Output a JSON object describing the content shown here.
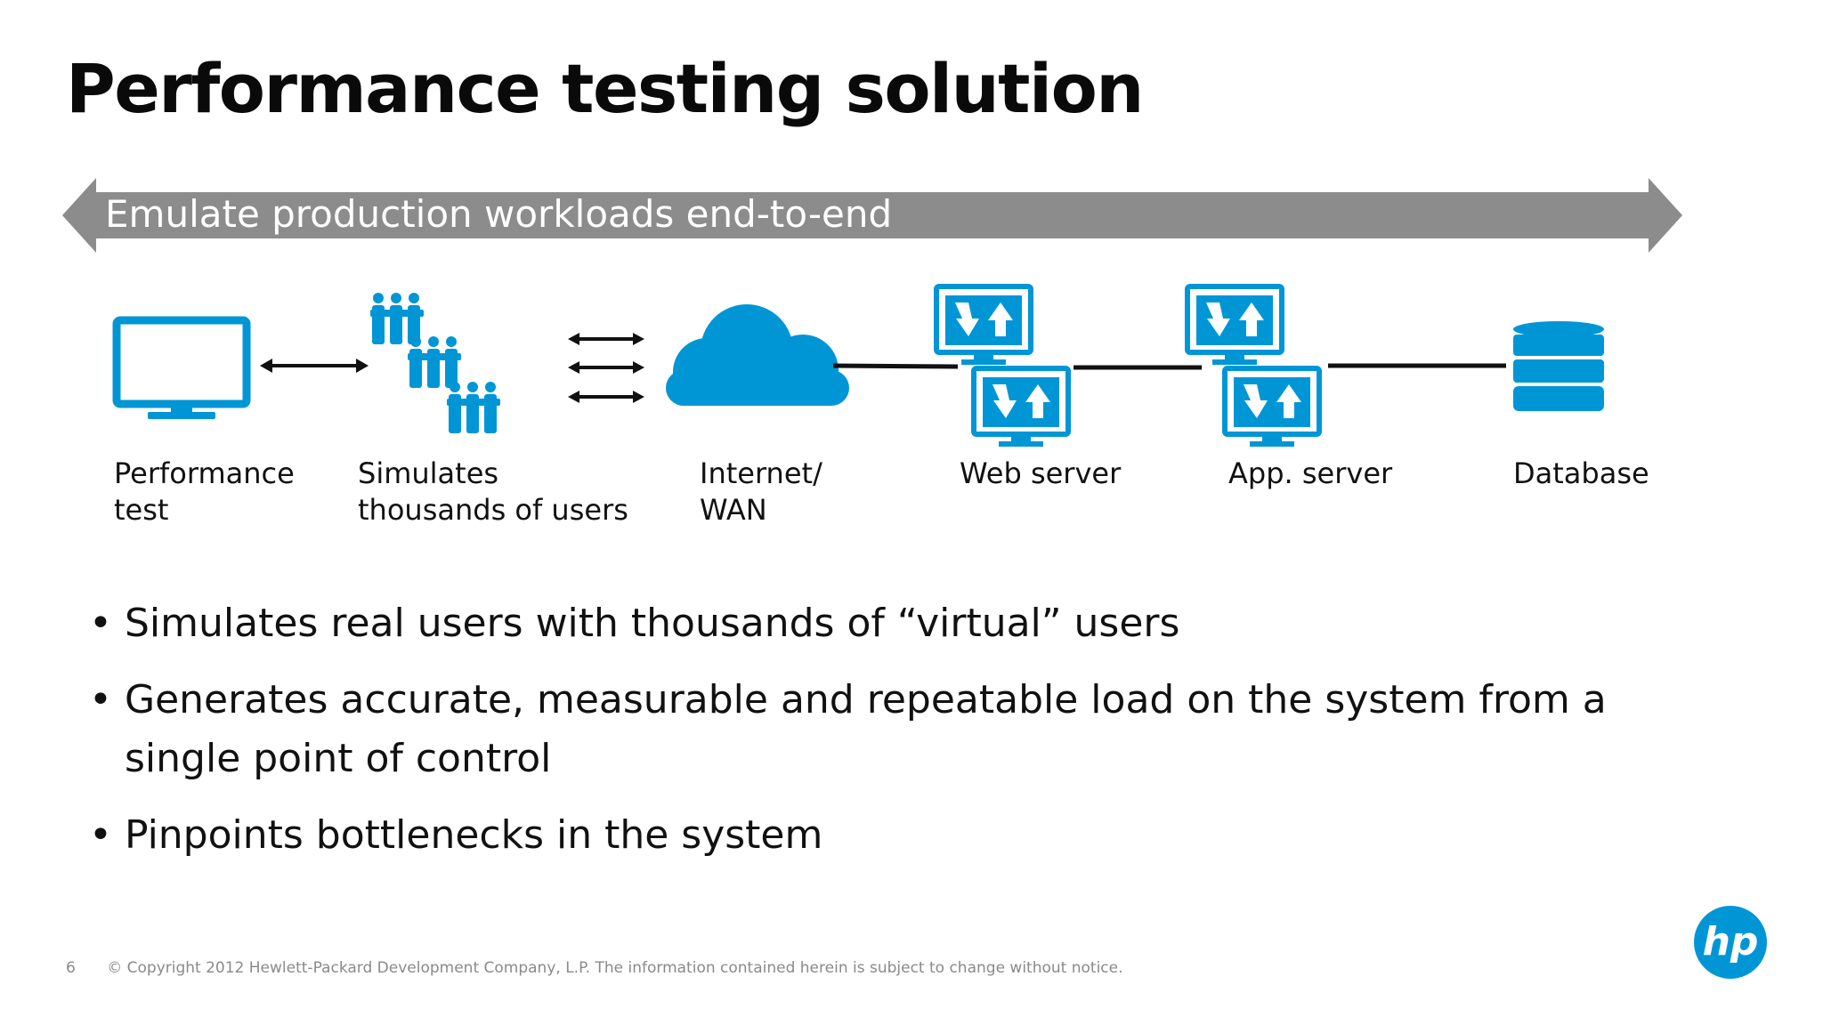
{
  "slide": {
    "title": "Performance testing solution",
    "banner": "Emulate production workloads end-to-end",
    "components": [
      {
        "lines": [
          "Performance",
          "test"
        ],
        "icon": "monitor-icon"
      },
      {
        "lines": [
          "Simulates",
          "thousands of users"
        ],
        "icon": "users-group-icon"
      },
      {
        "lines": [
          "Internet/",
          "WAN"
        ],
        "icon": "cloud-icon"
      },
      {
        "lines": [
          "Web server"
        ],
        "icon": "server-monitors-icon"
      },
      {
        "lines": [
          "App. server"
        ],
        "icon": "server-monitors-icon"
      },
      {
        "lines": [
          "Database"
        ],
        "icon": "database-icon"
      }
    ],
    "bullets": [
      "Simulates real users with thousands of “virtual” users",
      "Generates accurate, measurable and repeatable load on the system from a single point of control",
      "Pinpoints bottlenecks in the system"
    ],
    "page_number": "6",
    "copyright": "© Copyright 2012 Hewlett-Packard Development Company, L.P.  The information contained herein is subject to change without notice.",
    "logo_text": "hp"
  },
  "colors": {
    "icon_blue": "#0096d6",
    "banner_gray": "#8c8c8c",
    "text": "#111111"
  }
}
